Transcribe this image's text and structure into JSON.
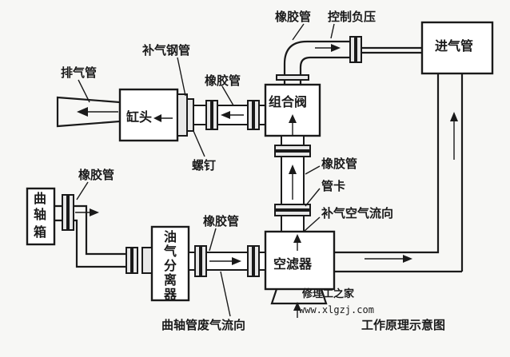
{
  "title": "工作原理示意图",
  "watermark": {
    "cn": "修理工之家",
    "url": "www.xlgzj.com"
  },
  "components": {
    "exhaust_pipe": "排气管",
    "cylinder_head": "缸头",
    "supplement_steel_pipe": "补气钢管",
    "bolt": "螺钉",
    "combination_valve": "组合阀",
    "control_negative_pressure": "控制负压",
    "intake_pipe": "进气管",
    "crankcase": "曲轴箱",
    "oil_gas_separator": "油气分离器",
    "air_filter": "空滤器",
    "pipe_clamp": "管卡",
    "supplement_air_flow": "补气空气流向",
    "crank_exhaust_flow": "曲轴管废气流向"
  },
  "rubber_hoses": [
    "橡胶管",
    "橡胶管",
    "橡胶管",
    "橡胶管",
    "橡胶管"
  ]
}
